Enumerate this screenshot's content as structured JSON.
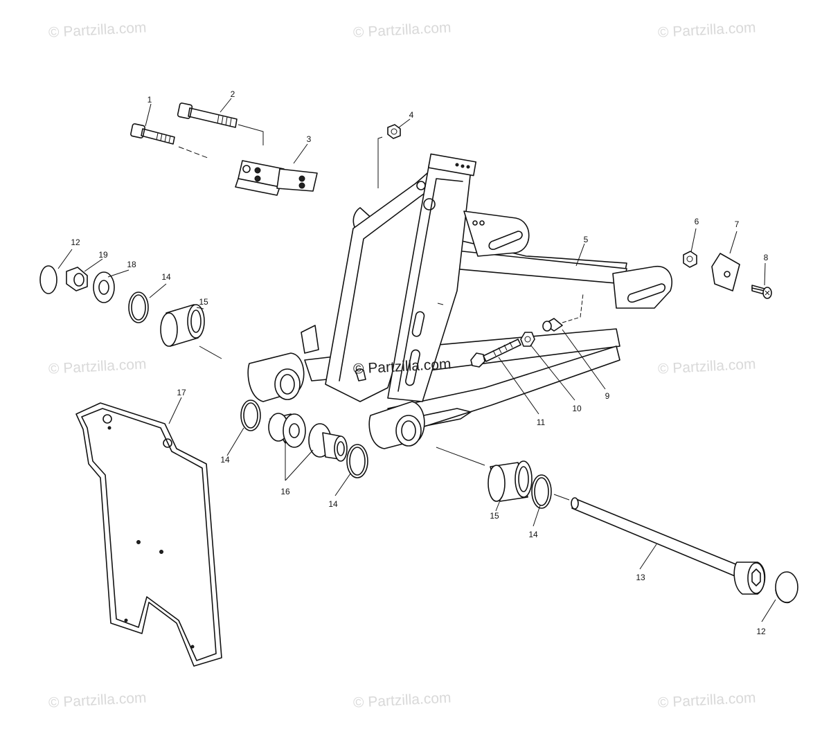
{
  "watermark": "© Partzilla.com",
  "watermark_center": "© Partzilla.com",
  "callouts": [
    "1",
    "2",
    "3",
    "4",
    "5",
    "6",
    "7",
    "8",
    "9",
    "10",
    "11",
    "12",
    "13",
    "14",
    "15",
    "16",
    "17",
    "18",
    "19",
    "12",
    "14",
    "14",
    "14",
    "15",
    "14",
    "12"
  ],
  "colors": {
    "line": "#111111",
    "watermark": "#d9d9d9",
    "background": "#ffffff"
  }
}
